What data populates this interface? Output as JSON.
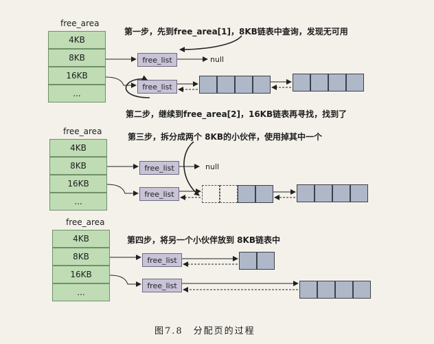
{
  "sections": [
    {
      "title": "free_area",
      "cells": [
        "4KB",
        "8KB",
        "16KB",
        "..."
      ],
      "list_a": "free_list",
      "list_b": "free_list",
      "null": "null"
    },
    {
      "title": "free_area",
      "cells": [
        "4KB",
        "8KB",
        "16KB",
        "..."
      ],
      "list_a": "free_list",
      "list_b": "free_list",
      "null": "null"
    },
    {
      "title": "free_area",
      "cells": [
        "4KB",
        "8KB",
        "16KB",
        "..."
      ],
      "list_a": "free_list",
      "list_b": "free_list"
    }
  ],
  "notes": {
    "step1": "第一步，先到free_area[1]，8KB链表中查询，发现无可用",
    "step2": "第二步，继续到free_area[2]，16KB链表再寻找，找到了",
    "step3": "第三步，拆分成两个 8KB的小伙伴，使用掉其中一个",
    "step4": "第四步，将另一个小伙伴放到 8KB链表中"
  },
  "caption": "图7.8　分配页的过程"
}
